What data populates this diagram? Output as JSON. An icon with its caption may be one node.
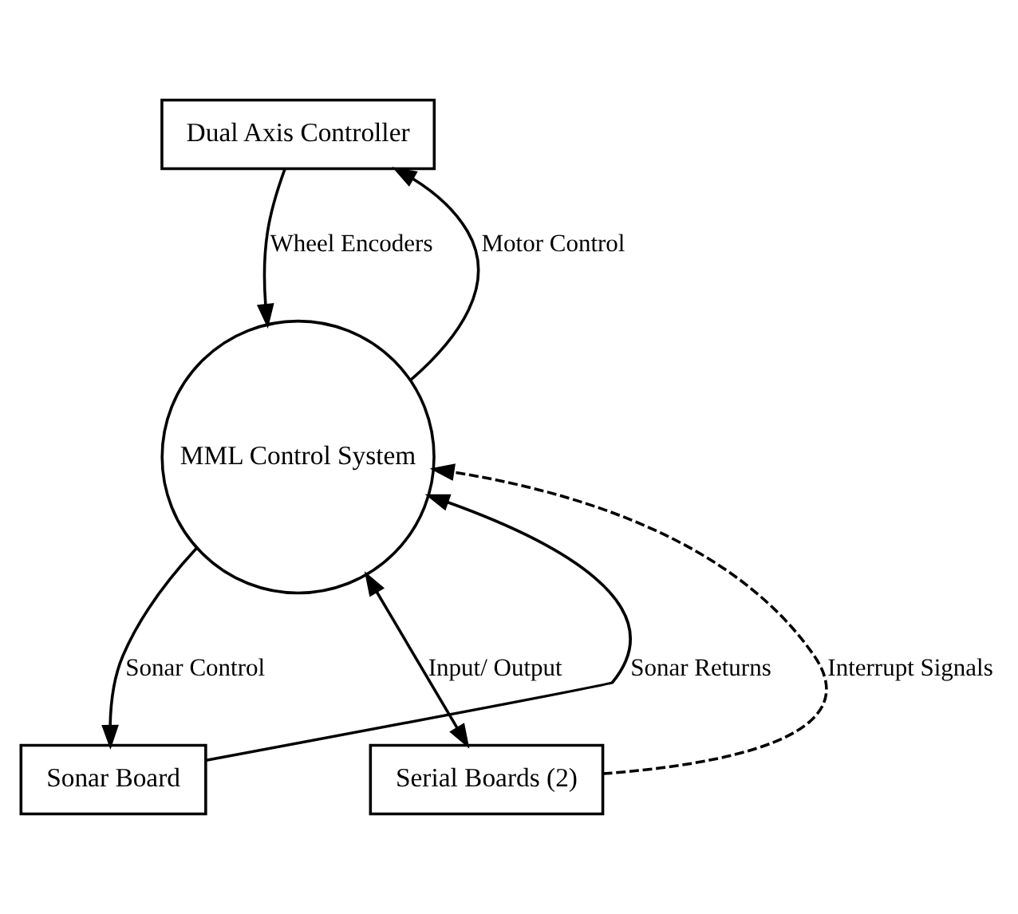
{
  "diagram": {
    "nodes": [
      {
        "text": [
          "Dual Axis Controller"
        ]
      },
      {
        "text": [
          "MML Control System"
        ]
      },
      {
        "text": [
          "Sonar Board"
        ]
      },
      {
        "text": [
          "Serial Boards (2)"
        ]
      }
    ],
    "edges": [
      {
        "from": 0,
        "to": 1,
        "arrow": "to",
        "label": "Wheel Encoders"
      },
      {
        "from": 1,
        "to": 0,
        "arrow": "to",
        "label": "Motor Control"
      },
      {
        "from": 2,
        "to": 1,
        "arrow": "to",
        "label": "Sonar Returns"
      },
      {
        "from": 1,
        "to": 2,
        "arrow": "to",
        "label": "Sonar Control"
      },
      {
        "from": 1,
        "to": 3,
        "arrow": "both",
        "label": "Input/ Output"
      },
      {
        "from": 3,
        "to": 1,
        "arrow": "to",
        "label": "Interrupt Signals",
        "style": "dashed"
      }
    ]
  }
}
